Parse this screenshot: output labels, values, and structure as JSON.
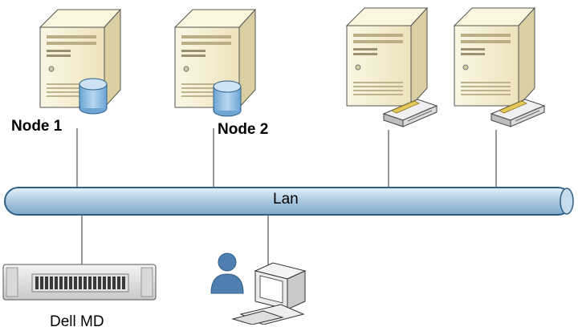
{
  "nodes": {
    "node1_label": "Node 1",
    "node2_label": "Node 2"
  },
  "network": {
    "lan_label": "Lan"
  },
  "storage": {
    "label": "Dell MD"
  },
  "icons": [
    "server-icon",
    "database-icon",
    "network-card-icon",
    "storage-array-icon",
    "user-icon",
    "workstation-icon"
  ],
  "colors": {
    "lan_pipe": "#a9c9e0",
    "lan_outline": "#2f5f86",
    "server_body": "#f2ebc8",
    "database": "#8fbde3",
    "user": "#4f7fb0"
  }
}
